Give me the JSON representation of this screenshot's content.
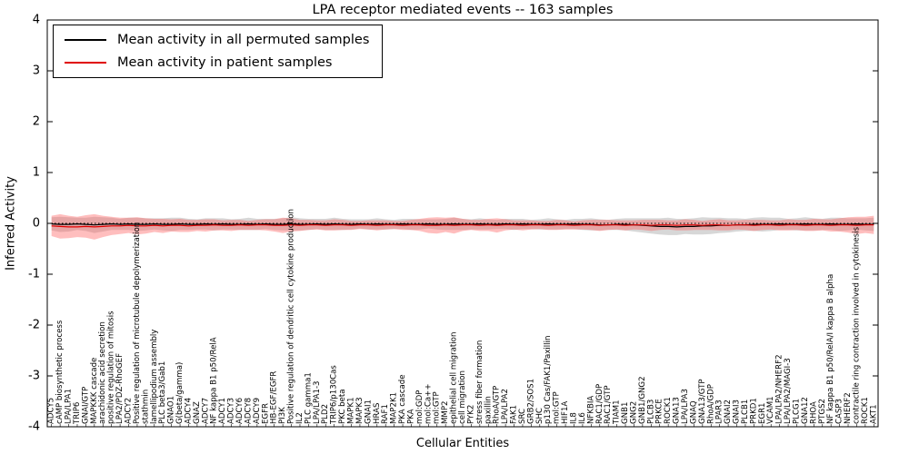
{
  "title": "LPA receptor mediated events -- 163 samples",
  "axes": {
    "ylabel": "Inferred Activity",
    "xlabel": "Cellular Entities",
    "yticks": [
      4,
      3,
      2,
      1,
      0,
      -1,
      -2,
      -3,
      -4
    ]
  },
  "legend": {
    "entries": [
      {
        "label": "Mean activity in all permuted samples",
        "color": "#000000"
      },
      {
        "label": "Mean activity in patient samples",
        "color": "#e00000"
      }
    ]
  },
  "chart_data": {
    "type": "line",
    "title": "LPA receptor mediated events -- 163 samples",
    "xlabel": "Cellular Entities",
    "ylabel": "Inferred Activity",
    "ylim": [
      -4,
      4
    ],
    "grid": false,
    "legend_position": "upper left",
    "categories": [
      "ADCY5",
      "cAMP biosynthetic process",
      "LPA/LPA1",
      "TRIP6",
      "GNAI/GTP",
      "MAPKKK cascade",
      "arachidonic acid secretion",
      "positive regulation of mitosis",
      "LPA2/PDZ-RhoGEF",
      "ADCY2",
      "Positive regulation of microtubule depolymerization",
      "stathmin",
      "lamellipodium assembly",
      "PLC beta3/Gab1",
      "GNAO1",
      "G(beta/gamma)",
      "ADCY4",
      "GNAZ",
      "ADCY7",
      "NF kappa B1 p50/RelA",
      "ADCY1",
      "ADCY3",
      "ADCY6",
      "ADCY8",
      "ADCY9",
      "EGFR",
      "HB-EGF/EGFR",
      "PI3K",
      "Positive regulation of dendritic cell cytokine production",
      "IL2",
      "PLC gamma1",
      "LPA/LPA1-3",
      "PLD2",
      "TRIP6/p130Cas",
      "PKC beta",
      "MAPK1",
      "MAPK3",
      "GNAI1",
      "HRAS",
      "RAF1",
      "MAP2K1",
      "PKA cascade",
      "PKA",
      "mol:GDP",
      "mol:Ca++",
      "mol:GTP",
      "MMP2",
      "epithelial cell migration",
      "cell migration",
      "PYK2",
      "stress fiber formation",
      "paxillin",
      "RhoA/GTP",
      "LPA/LPA2",
      "FAK1",
      "SRC",
      "GRB2/SOS1",
      "SHC",
      "p130 Cas/FAK1/Paxillin",
      "mol:GTP",
      "HIF1A",
      "IL8",
      "IL6",
      "NFKBIA",
      "RAC1/GDP",
      "RAC1/GTP",
      "TIAM1",
      "GNB1",
      "GNG2",
      "GNB1/GNG2",
      "PLCB3",
      "PRKCE",
      "ROCK1",
      "GNA13",
      "LPA/LPA3",
      "GNAQ",
      "GNA13/GTP",
      "RhoA/GDP",
      "LPAR3",
      "GNAI2",
      "GNAI3",
      "PLCB1",
      "PRKD1",
      "EGR1",
      "VCAM1",
      "LPA/LPA2/NHERF2",
      "LPA/LPA2/MAGI-3",
      "PLCG1",
      "GNA12",
      "RHOA",
      "PTGS2",
      "NF kappa B1 p50/RelA/I kappa B alpha",
      "CASP3",
      "NHERF2",
      "contractile ring contraction involved in cytokinesis",
      "ROCK1",
      "AKT1"
    ],
    "series": [
      {
        "name": "Mean activity in all permuted samples",
        "color": "#000000",
        "band_color": "#9a9a9a",
        "band_opacity": 0.4,
        "mean": [
          -0.01,
          -0.02,
          -0.02,
          -0.01,
          -0.02,
          -0.03,
          -0.02,
          -0.01,
          -0.02,
          -0.01,
          -0.02,
          -0.02,
          -0.01,
          -0.02,
          -0.02,
          -0.01,
          -0.02,
          -0.02,
          -0.01,
          -0.02,
          -0.01,
          -0.02,
          -0.02,
          -0.01,
          -0.02,
          -0.01,
          -0.02,
          -0.02,
          -0.01,
          -0.02,
          -0.02,
          -0.01,
          -0.02,
          -0.01,
          -0.02,
          -0.02,
          -0.01,
          -0.02,
          -0.01,
          -0.02,
          -0.02,
          -0.01,
          -0.02,
          -0.02,
          -0.01,
          -0.02,
          -0.02,
          -0.01,
          -0.02,
          -0.02,
          -0.01,
          -0.02,
          -0.02,
          -0.01,
          -0.02,
          -0.01,
          -0.02,
          -0.02,
          -0.01,
          -0.02,
          -0.02,
          -0.01,
          -0.02,
          -0.02,
          -0.03,
          -0.03,
          -0.02,
          -0.02,
          -0.03,
          -0.04,
          -0.05,
          -0.06,
          -0.06,
          -0.07,
          -0.06,
          -0.06,
          -0.05,
          -0.05,
          -0.04,
          -0.04,
          -0.03,
          -0.03,
          -0.02,
          -0.02,
          -0.02,
          -0.01,
          -0.02,
          -0.02,
          -0.01,
          -0.02,
          -0.02,
          -0.01,
          -0.02,
          -0.02,
          -0.01,
          -0.02,
          -0.02
        ],
        "band": [
          0.13,
          0.15,
          0.14,
          0.12,
          0.13,
          0.16,
          0.14,
          0.12,
          0.11,
          0.12,
          0.13,
          0.12,
          0.11,
          0.12,
          0.13,
          0.12,
          0.11,
          0.1,
          0.11,
          0.12,
          0.11,
          0.1,
          0.11,
          0.12,
          0.11,
          0.1,
          0.11,
          0.12,
          0.13,
          0.12,
          0.11,
          0.1,
          0.11,
          0.12,
          0.11,
          0.1,
          0.09,
          0.1,
          0.11,
          0.1,
          0.09,
          0.1,
          0.11,
          0.1,
          0.09,
          0.1,
          0.11,
          0.12,
          0.11,
          0.1,
          0.11,
          0.1,
          0.09,
          0.1,
          0.11,
          0.1,
          0.09,
          0.1,
          0.11,
          0.1,
          0.09,
          0.1,
          0.11,
          0.12,
          0.11,
          0.1,
          0.11,
          0.12,
          0.13,
          0.14,
          0.15,
          0.16,
          0.17,
          0.16,
          0.15,
          0.16,
          0.17,
          0.16,
          0.15,
          0.14,
          0.13,
          0.12,
          0.13,
          0.14,
          0.13,
          0.12,
          0.11,
          0.12,
          0.13,
          0.12,
          0.11,
          0.12,
          0.13,
          0.12,
          0.11,
          0.12,
          0.13
        ]
      },
      {
        "name": "Mean activity in patient samples",
        "color": "#e00000",
        "band_color": "#ff5555",
        "band_opacity": 0.38,
        "mean": [
          -0.05,
          -0.06,
          -0.07,
          -0.07,
          -0.06,
          -0.07,
          -0.06,
          -0.05,
          -0.05,
          -0.04,
          -0.05,
          -0.05,
          -0.04,
          -0.05,
          -0.04,
          -0.04,
          -0.05,
          -0.04,
          -0.04,
          -0.03,
          -0.04,
          -0.04,
          -0.03,
          -0.04,
          -0.03,
          -0.03,
          -0.04,
          -0.04,
          -0.03,
          -0.04,
          -0.03,
          -0.03,
          -0.04,
          -0.03,
          -0.03,
          -0.04,
          -0.03,
          -0.03,
          -0.04,
          -0.03,
          -0.03,
          -0.04,
          -0.03,
          -0.03,
          -0.04,
          -0.04,
          -0.03,
          -0.04,
          -0.03,
          -0.03,
          -0.04,
          -0.03,
          -0.04,
          -0.03,
          -0.03,
          -0.04,
          -0.03,
          -0.03,
          -0.04,
          -0.03,
          -0.03,
          -0.04,
          -0.03,
          -0.03,
          -0.04,
          -0.03,
          -0.03,
          -0.04,
          -0.03,
          -0.03,
          -0.04,
          -0.03,
          -0.03,
          -0.04,
          -0.03,
          -0.03,
          -0.04,
          -0.03,
          -0.03,
          -0.04,
          -0.03,
          -0.03,
          -0.04,
          -0.03,
          -0.03,
          -0.04,
          -0.03,
          -0.03,
          -0.04,
          -0.03,
          -0.03,
          -0.04,
          -0.03,
          -0.03,
          -0.04,
          -0.03,
          -0.03
        ],
        "band": [
          0.2,
          0.24,
          0.22,
          0.2,
          0.22,
          0.25,
          0.21,
          0.18,
          0.16,
          0.15,
          0.17,
          0.15,
          0.13,
          0.14,
          0.12,
          0.13,
          0.12,
          0.11,
          0.12,
          0.11,
          0.1,
          0.11,
          0.1,
          0.09,
          0.1,
          0.11,
          0.12,
          0.15,
          0.13,
          0.11,
          0.1,
          0.09,
          0.1,
          0.11,
          0.1,
          0.09,
          0.08,
          0.09,
          0.1,
          0.09,
          0.08,
          0.09,
          0.1,
          0.12,
          0.15,
          0.16,
          0.14,
          0.16,
          0.12,
          0.1,
          0.11,
          0.12,
          0.14,
          0.11,
          0.09,
          0.1,
          0.09,
          0.08,
          0.09,
          0.1,
          0.09,
          0.08,
          0.09,
          0.1,
          0.11,
          0.1,
          0.09,
          0.1,
          0.09,
          0.1,
          0.11,
          0.1,
          0.09,
          0.1,
          0.11,
          0.1,
          0.09,
          0.1,
          0.11,
          0.1,
          0.09,
          0.1,
          0.11,
          0.1,
          0.09,
          0.1,
          0.11,
          0.1,
          0.11,
          0.12,
          0.11,
          0.12,
          0.13,
          0.15,
          0.17,
          0.16,
          0.18
        ]
      }
    ]
  }
}
